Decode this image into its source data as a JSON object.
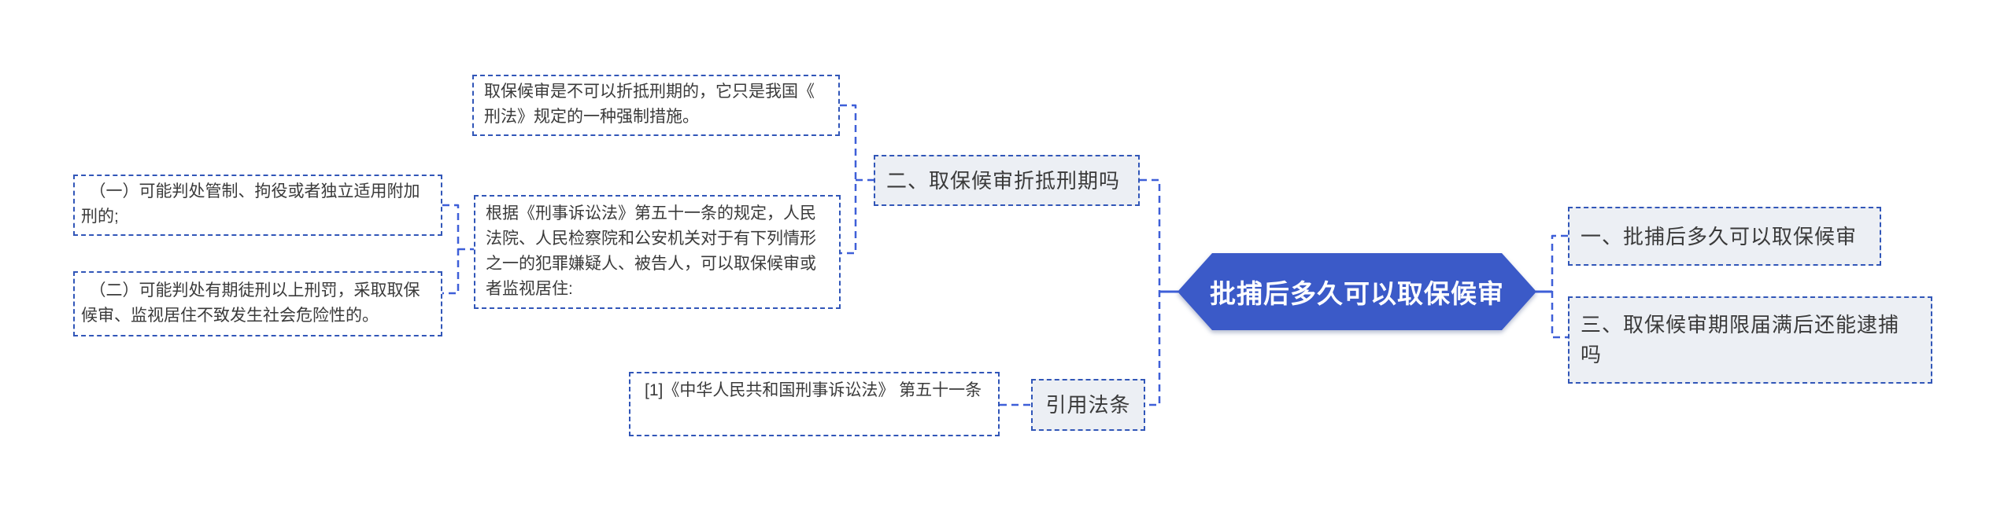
{
  "colors": {
    "root_fill": "#3b5ac8",
    "root_text": "#ffffff",
    "topic_fill": "#eceff4",
    "node_fill": "#ffffff",
    "node_border": "#3156b8",
    "connector": "#3e5fd8",
    "body_text": "#3a3a3a"
  },
  "mindmap": {
    "root": {
      "label": "批捕后多久可以取保候审"
    },
    "right_branches": [
      {
        "label": "一、批捕后多久可以取保候审"
      },
      {
        "label": "三、取保候审期限届满后还能逮捕吗"
      }
    ],
    "left_branches": [
      {
        "label": "二、取保候审折抵刑期吗",
        "children": {
          "note": "取保候审是不可以折抵刑期的，它只是我国《刑法》规定的一种强制措施。",
          "law_basis": "根据《刑事诉讼法》第五十一条的规定，人民法院、人民检察院和公安机关对于有下列情形之一的犯罪嫌疑人、被告人，可以取保候审或者监视居住:",
          "conditions": [
            "　（一）可能判处管制、拘役或者独立适用附加刑的;",
            "　（二）可能判处有期徒刑以上刑罚，采取取保候审、监视居住不致发生社会危险性的。"
          ]
        }
      },
      {
        "label": "引用法条",
        "children": {
          "citation": "[1]《中华人民共和国刑事诉讼法》 第五十一条"
        }
      }
    ]
  }
}
